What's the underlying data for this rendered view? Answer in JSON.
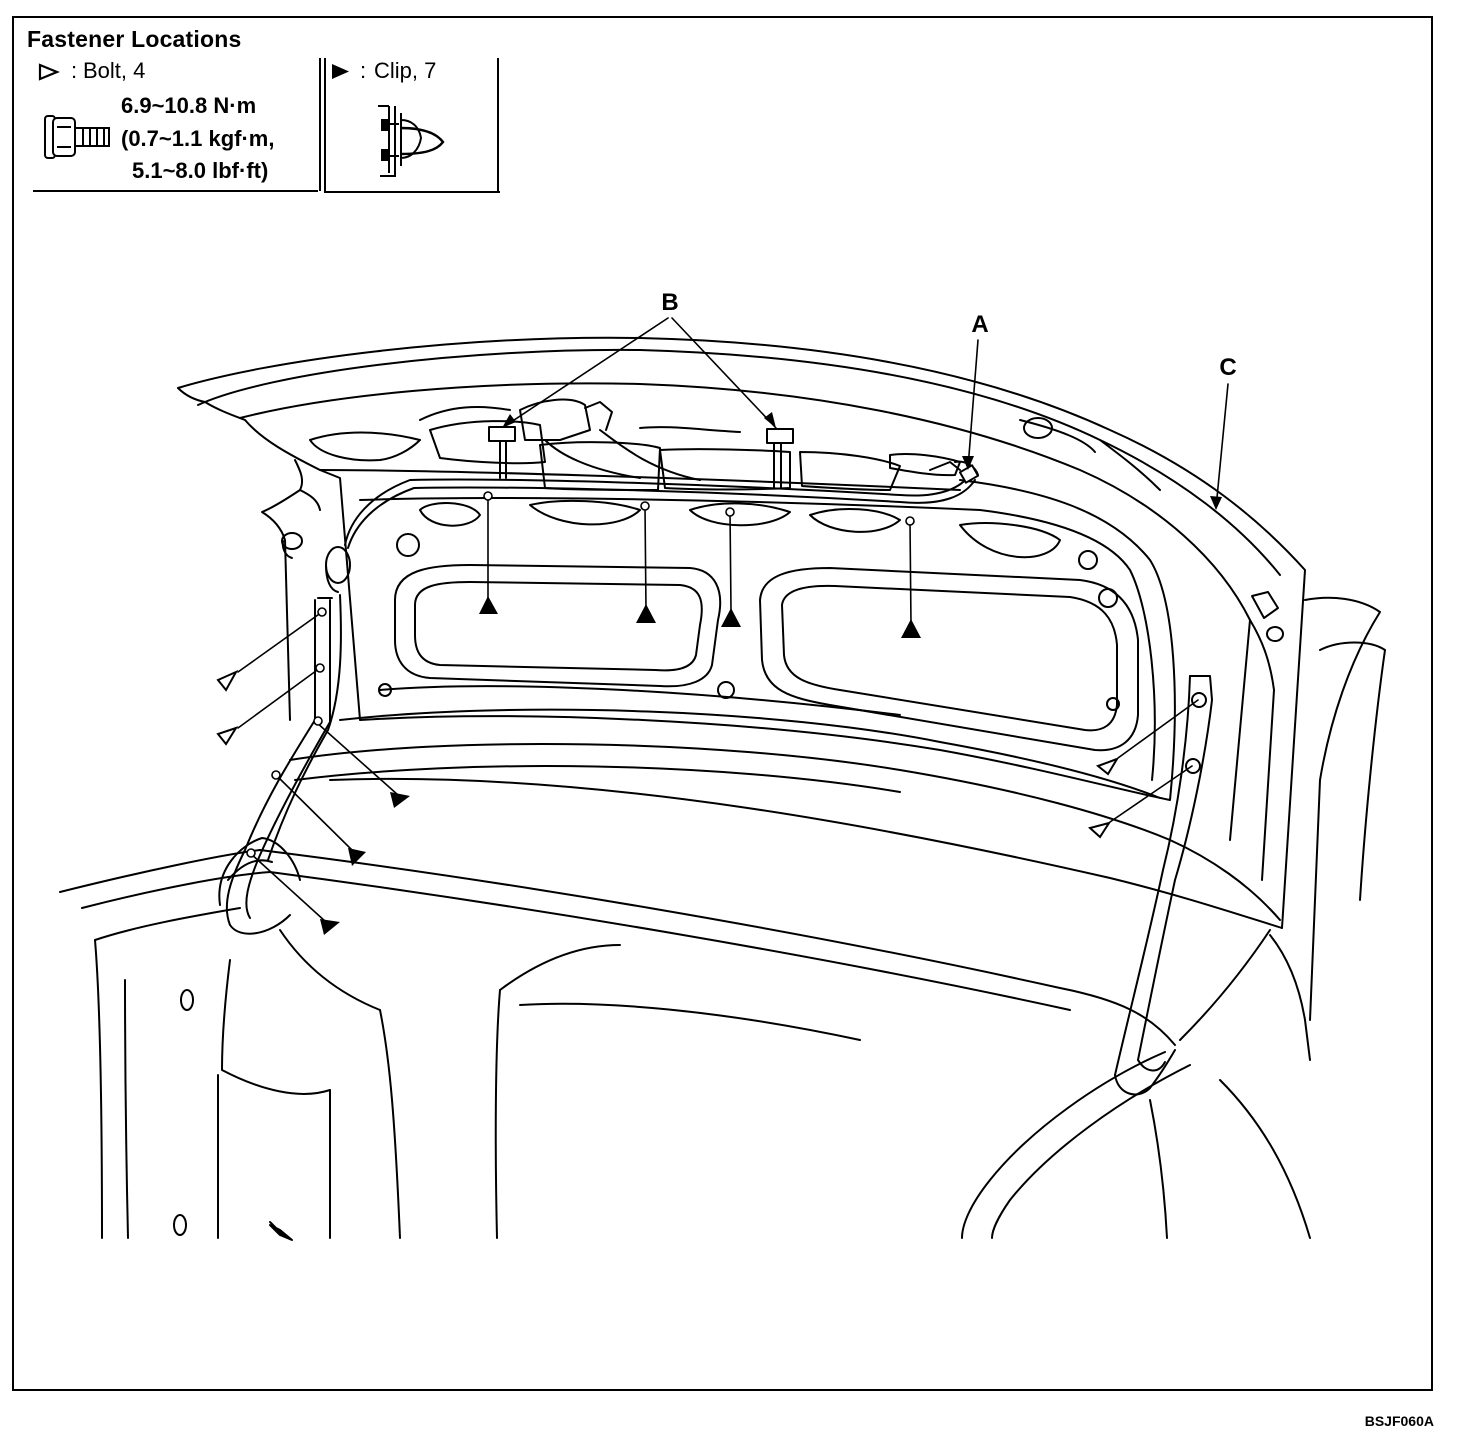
{
  "legend": {
    "title": "Fastener Locations",
    "bolt": {
      "label": "Bolt, 4",
      "separator": ":",
      "icon": "hollow-triangle-icon",
      "torque_nm": "6.9~10.8 N·m",
      "torque_kgf": "(0.7~1.1 kgf·m,",
      "torque_lbf": "5.1~8.0 lbf·ft)"
    },
    "clip": {
      "label": "Clip, 7",
      "separator": ":",
      "icon": "filled-triangle-icon"
    }
  },
  "callouts": {
    "a": "A",
    "b": "B",
    "c": "C"
  },
  "figure_code": "BSJF060A",
  "colors": {
    "ink": "#000000",
    "paper": "#ffffff"
  }
}
